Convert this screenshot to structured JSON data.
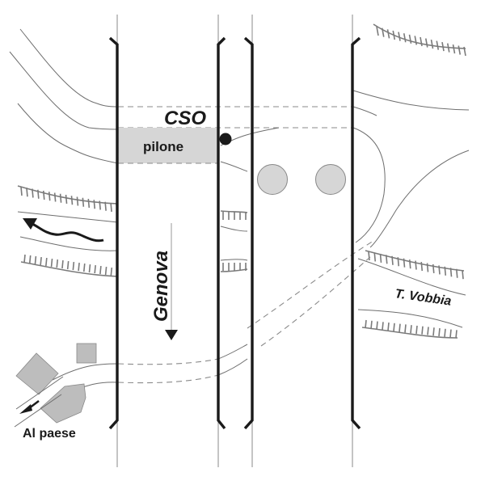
{
  "map": {
    "labels": {
      "cso": "CSO",
      "pilone": "pilone",
      "genova": "Genova",
      "vobbia": "T. Vobbia",
      "al_paese": "Al paese"
    },
    "colors": {
      "pier": "#1a1a1a",
      "fill_gray": "#d6d6d6",
      "building_gray": "#bdbdbd",
      "line_gray": "#6e6e6e",
      "hatch_gray": "#7a7a7a"
    },
    "features": {
      "piers": [
        "pier-1",
        "pier-2",
        "pier-3",
        "pier-4"
      ],
      "pillars": [
        "pillar-left",
        "pillar-right"
      ],
      "water_flow_arrow": "river-flow-arrow-icon",
      "direction_arrow": "genova-direction-arrow-icon",
      "village_arrow": "village-direction-arrow-icon"
    }
  }
}
